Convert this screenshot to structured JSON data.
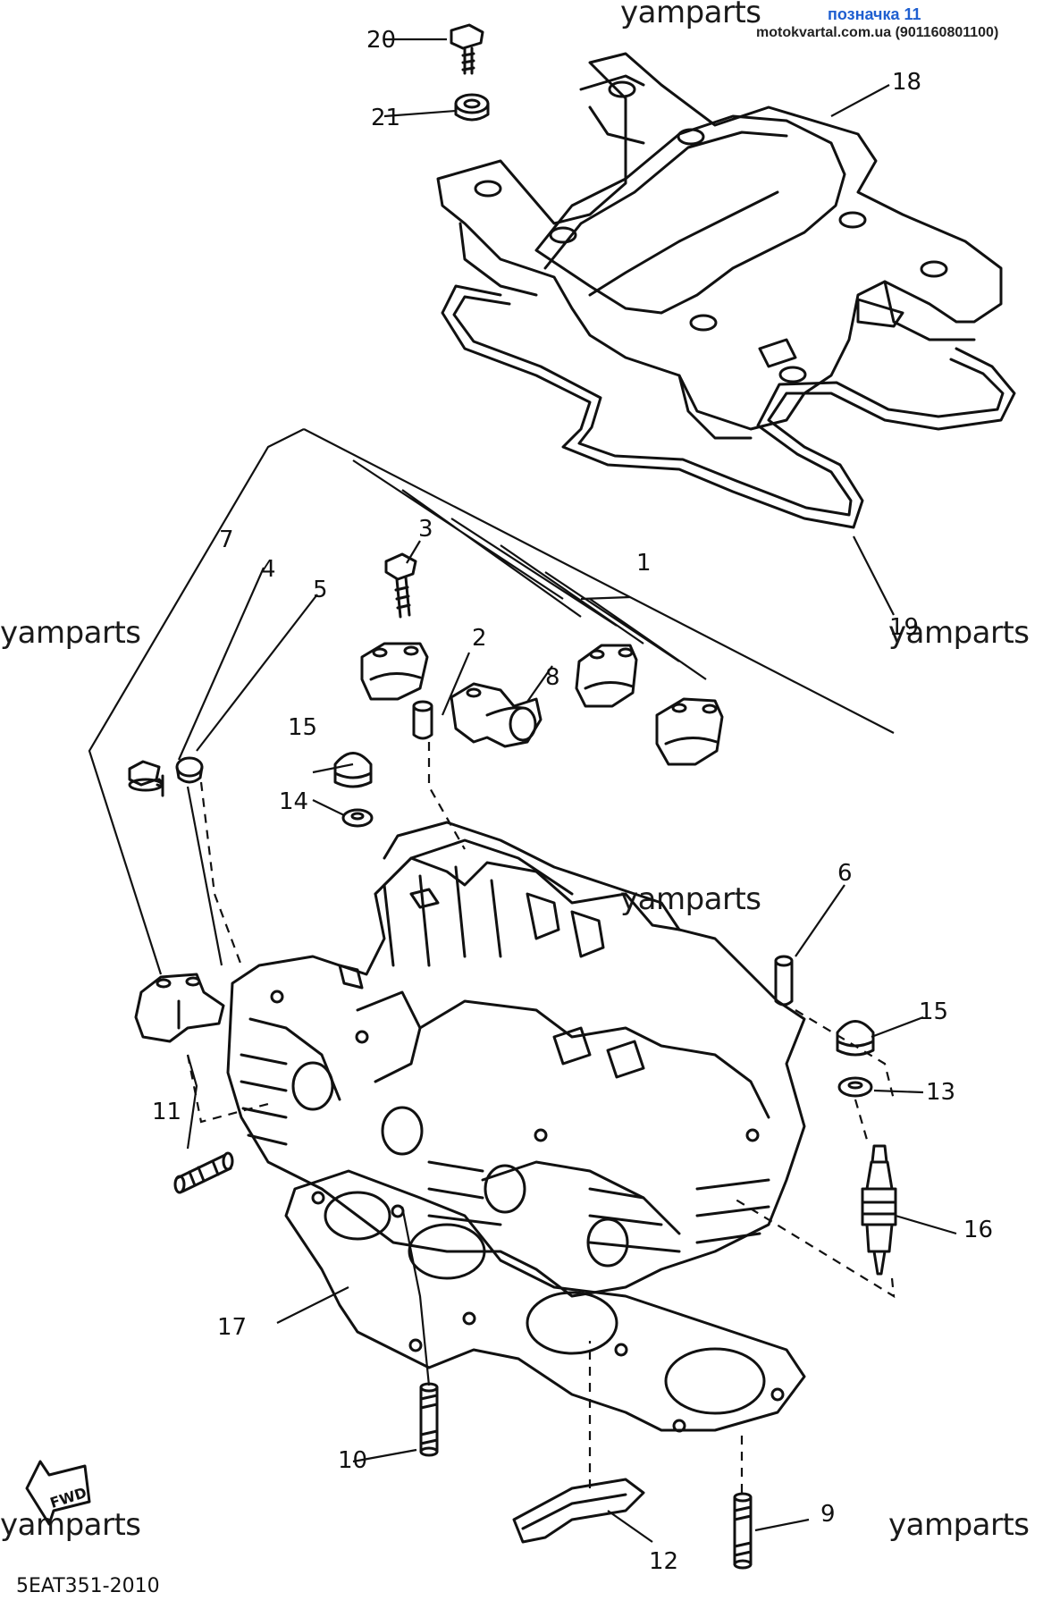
{
  "header": {
    "watermark_top": "yamparts",
    "tag": "позначка 11",
    "site": "motokvartal.com.ua (901160801100)"
  },
  "watermarks": [
    "yamparts",
    "yamparts",
    "yamparts",
    "yamparts",
    "yamparts"
  ],
  "fwd_label": "FWD",
  "diagram_code": "5EAT351-2010",
  "callouts": [
    "1",
    "2",
    "3",
    "4",
    "5",
    "6",
    "7",
    "8",
    "9",
    "10",
    "11",
    "12",
    "13",
    "14",
    "15",
    "15",
    "16",
    "17",
    "18",
    "19",
    "20",
    "21"
  ]
}
